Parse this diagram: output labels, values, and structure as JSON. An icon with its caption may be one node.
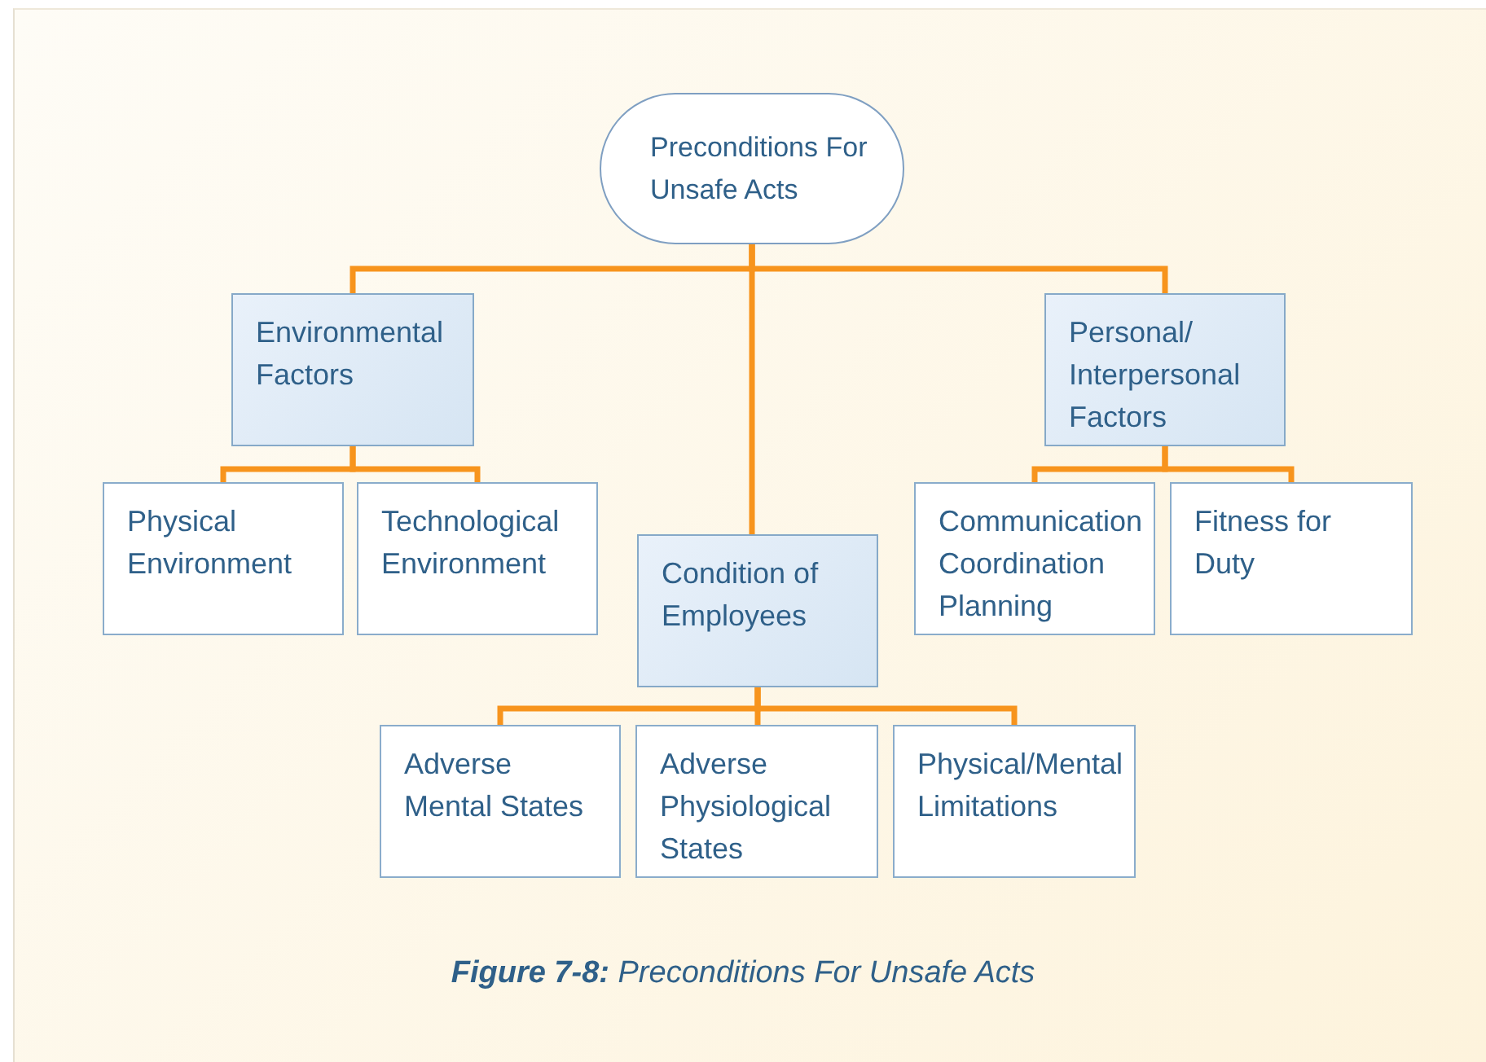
{
  "diagram": {
    "caption": "**Figure 7-8:** Preconditions For Unsafe Acts",
    "nodes": [
      {
        "text": [
          "Preconditions For Unsafe Acts"
        ]
      },
      {
        "text": [
          "Environmental Factors"
        ]
      },
      {
        "text": [
          "Personal/ Interpersonal Factors"
        ]
      },
      {
        "text": [
          "Physical Environment"
        ]
      },
      {
        "text": [
          "Technological Environment"
        ]
      },
      {
        "text": [
          "Condition of Employees"
        ]
      },
      {
        "text": [
          "Communication Coordination Planning"
        ]
      },
      {
        "text": [
          "Fitness for Duty"
        ]
      },
      {
        "text": [
          "Adverse Mental States"
        ]
      },
      {
        "text": [
          "Adverse Physiological States"
        ]
      },
      {
        "text": [
          "Physical/Mental Limitations"
        ]
      }
    ],
    "edges": [
      {
        "from": 0,
        "to": 1,
        "arrow": "none"
      },
      {
        "from": 0,
        "to": 2,
        "arrow": "none"
      },
      {
        "from": 0,
        "to": 5,
        "arrow": "none"
      },
      {
        "from": 1,
        "to": 3,
        "arrow": "none"
      },
      {
        "from": 1,
        "to": 4,
        "arrow": "none"
      },
      {
        "from": 2,
        "to": 6,
        "arrow": "none"
      },
      {
        "from": 2,
        "to": 7,
        "arrow": "none"
      },
      {
        "from": 5,
        "to": 8,
        "arrow": "none"
      },
      {
        "from": 5,
        "to": 9,
        "arrow": "none"
      },
      {
        "from": 5,
        "to": 10,
        "arrow": "none"
      }
    ]
  }
}
